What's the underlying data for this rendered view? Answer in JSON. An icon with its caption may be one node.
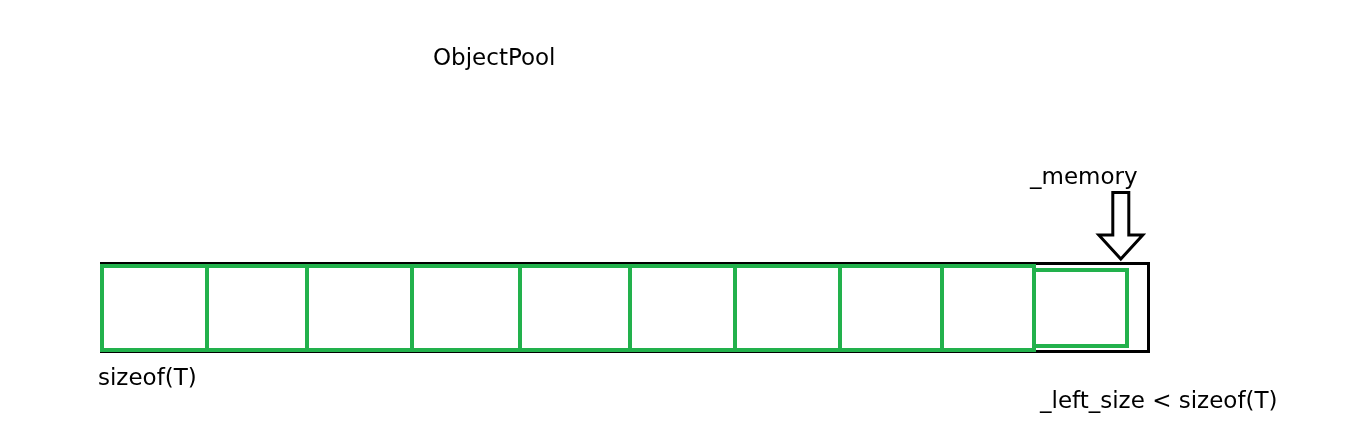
{
  "diagram": {
    "title": "ObjectPool",
    "nodes": [
      {
        "text": [],
        "shape": "bar"
      },
      {
        "text": [],
        "shape": "box",
        "in": 0
      },
      {
        "text": [],
        "shape": "box",
        "in": 0
      },
      {
        "text": [],
        "shape": "box",
        "in": 0
      },
      {
        "text": [],
        "shape": "box",
        "in": 0
      },
      {
        "text": [],
        "shape": "box",
        "in": 0
      },
      {
        "text": [],
        "shape": "box",
        "in": 0
      },
      {
        "text": [],
        "shape": "box",
        "in": 0
      },
      {
        "text": [],
        "shape": "box",
        "in": 0
      },
      {
        "text": [],
        "shape": "box",
        "in": 0
      },
      {
        "text": [],
        "shape": "box",
        "in": 0
      },
      {
        "text": [
          "_memory"
        ]
      }
    ],
    "edges": [
      {
        "from": 11,
        "to": 0,
        "arrow": "to"
      }
    ],
    "labels": [
      "sizeof(T)",
      "_left_size < sizeof(T)"
    ]
  }
}
